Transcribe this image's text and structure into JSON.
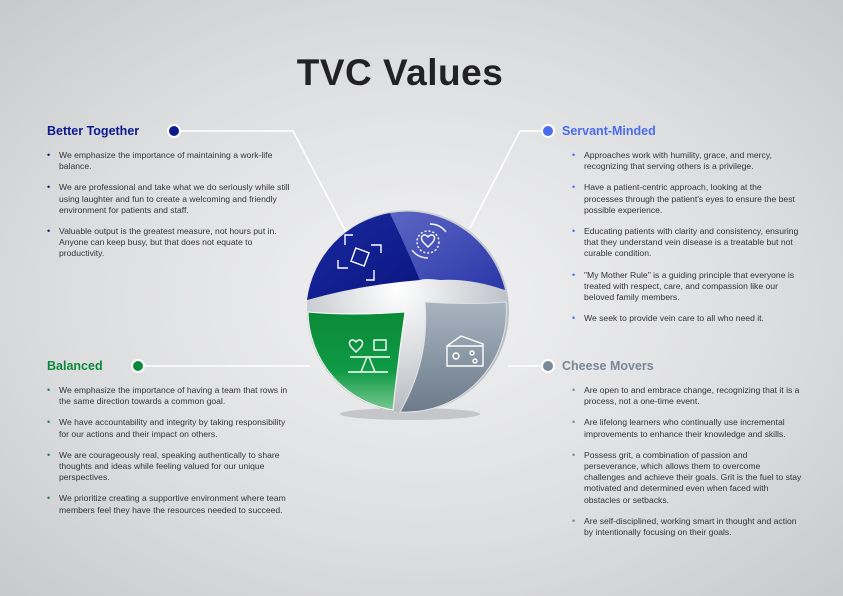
{
  "title": "TVC Values",
  "colors": {
    "better_together": "#0a1a8c",
    "servant_minded": "#4a6cf0",
    "balanced": "#0c8a3c",
    "cheese_movers": "#7a8898"
  },
  "sections": {
    "better_together": {
      "heading": "Better Together",
      "icon": "hands-together-icon",
      "bullets": [
        "We emphasize the importance of maintaining a work-life balance.",
        "We are professional and take what we do seriously while still using laughter and fun to create a welcoming and friendly environment for patients and staff.",
        "Valuable output is the greatest measure, not hours put in. Anyone can keep busy, but that does not equate to productivity."
      ]
    },
    "servant_minded": {
      "heading": "Servant-Minded",
      "icon": "caring-hands-heart-icon",
      "bullets": [
        "Approaches work with humility, grace, and mercy, recognizing that serving others is a privilege.",
        "Have a patient-centric approach, looking at the processes through the patient's eyes to ensure the best possible experience.",
        "Educating patients with clarity and consistency, ensuring that they understand vein disease is a treatable but not curable condition.",
        "\"My Mother Rule\" is a guiding principle that everyone is treated with respect, care, and compassion like our beloved family members.",
        "We seek to provide vein care to all who need it."
      ]
    },
    "balanced": {
      "heading": "Balanced",
      "icon": "balance-scale-icon",
      "bullets": [
        "We emphasize the importance of having a team that rows in the same direction towards a common goal.",
        "We have accountability and integrity by taking responsibility for our actions and their impact on others.",
        "We are courageously real, speaking authentically to share thoughts and ideas while feeling valued for our unique perspectives.",
        "We prioritize creating a supportive environment where team members feel they have the resources needed to succeed."
      ]
    },
    "cheese_movers": {
      "heading": "Cheese Movers",
      "icon": "cheese-icon",
      "bullets": [
        "Are open to and embrace change, recognizing that it is a process, not a one-time event.",
        "Are lifelong learners who continually use incremental improvements to enhance their knowledge and skills.",
        "Possess grit, a combination of passion and perseverance, which allows them to overcome challenges and achieve their goals. Grit is the fuel to stay motivated and determined even when faced with obstacles or setbacks.",
        "Are self-disciplined, working smart in thought and action by intentionally focusing on their goals."
      ]
    }
  }
}
